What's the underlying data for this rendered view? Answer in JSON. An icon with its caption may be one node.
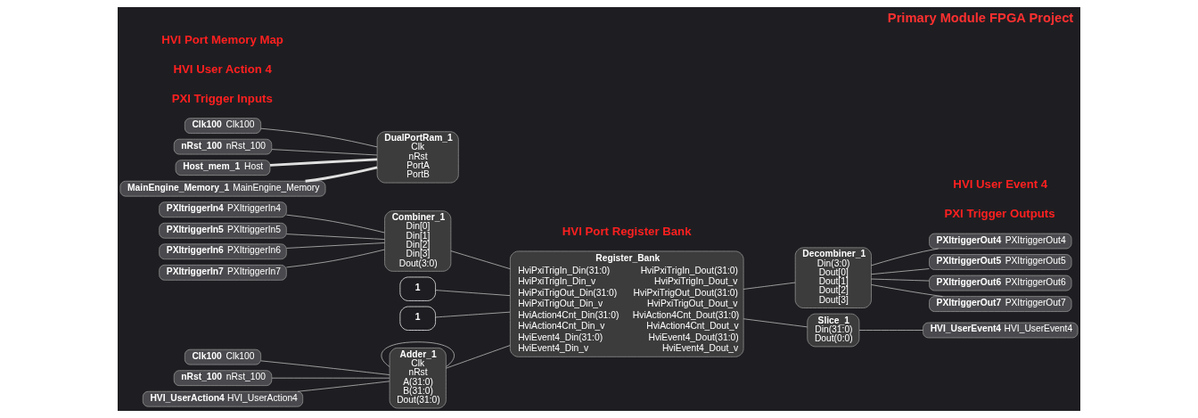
{
  "diagram": {
    "title": "Primary Module FPGA Project",
    "nodes": [
      {
        "text": [
          "PXItriggerIn4",
          "PXItriggerIn4"
        ]
      },
      {
        "text": [
          "PXItriggerIn5",
          "PXItriggerIn5"
        ]
      },
      {
        "text": [
          "PXItriggerIn6",
          "PXItriggerIn6"
        ]
      },
      {
        "text": [
          "PXItriggerIn7",
          "PXItriggerIn7"
        ]
      },
      {
        "text": [
          "Combiner_1",
          "Din[0]",
          "Din[1]",
          "Din[2]",
          "Din[3]",
          "Dout(3:0)"
        ]
      },
      {
        "text": [
          "Register_Bank",
          "HviPxiTrigIn_Din(31:0)",
          "HviPxiTrigIn_Din_v",
          "HviPxiTrigOut_Din(31:0)",
          "HviPxiTrigOut_Din_v",
          "HviAction4Cnt_Din(31:0)",
          "HviAction4Cnt_Din_v",
          "HviEvent4_Din(31:0)",
          "HviEvent4_Din_v",
          "HviPxiTrigIn_Dout(31:0)",
          "HviPxiTrigIn_Dout_v",
          "HviPxiTrigOut_Dout(31:0)",
          "HviPxiTrigOut_Dout_v",
          "HviAction4Cnt_Dout(31:0)",
          "HviAction4Cnt_Dout_v",
          "HviEvent4_Dout(31:0)",
          "HviEvent4_Dout_v"
        ]
      },
      {
        "text": [
          "1"
        ]
      },
      {
        "text": [
          "1"
        ]
      },
      {
        "text": [
          "Decombiner_1",
          "Din(3:0)",
          "Dout[0]",
          "Dout[1]",
          "Dout[2]",
          "Dout[3]"
        ]
      },
      {
        "text": [
          "PXItriggerOut4",
          "PXItriggerOut4"
        ]
      },
      {
        "text": [
          "PXItriggerOut5",
          "PXItriggerOut5"
        ]
      },
      {
        "text": [
          "PXItriggerOut6",
          "PXItriggerOut6"
        ]
      },
      {
        "text": [
          "PXItriggerOut7",
          "PXItriggerOut7"
        ]
      },
      {
        "text": [
          "Clk100",
          "Clk100"
        ]
      },
      {
        "text": [
          "nRst_100",
          "nRst_100"
        ]
      },
      {
        "text": [
          "HVI_UserAction4",
          "HVI_UserAction4"
        ]
      },
      {
        "text": [
          "Adder_1",
          "Clk",
          "nRst",
          "A(31:0)",
          "B(31:0)",
          "Dout(31:0)"
        ]
      },
      {
        "text": [
          "Slice_1",
          "Din(31:0)",
          "Dout(0:0)"
        ]
      },
      {
        "text": [
          "HVI_UserEvent4",
          "HVI_UserEvent4"
        ]
      },
      {
        "text": [
          "Clk100",
          "Clk100"
        ]
      },
      {
        "text": [
          "nRst_100",
          "nRst_100"
        ]
      },
      {
        "text": [
          "Host_mem_1",
          "Host"
        ]
      },
      {
        "text": [
          "MainEngine_Memory_1",
          "MainEngine_Memory"
        ]
      },
      {
        "text": [
          "DualPortRam_1",
          "Clk",
          "nRst",
          "PortA",
          "PortB"
        ]
      }
    ],
    "edges": [
      {
        "from": 0,
        "to": 4,
        "arrow": "none"
      },
      {
        "from": 1,
        "to": 4,
        "arrow": "none"
      },
      {
        "from": 2,
        "to": 4,
        "arrow": "none"
      },
      {
        "from": 3,
        "to": 4,
        "arrow": "none"
      },
      {
        "from": 4,
        "to": 5,
        "arrow": "none"
      },
      {
        "from": 6,
        "to": 5,
        "arrow": "none"
      },
      {
        "from": 7,
        "to": 5,
        "arrow": "none"
      },
      {
        "from": 5,
        "to": 8,
        "arrow": "none"
      },
      {
        "from": 8,
        "to": 9,
        "arrow": "none"
      },
      {
        "from": 8,
        "to": 10,
        "arrow": "none"
      },
      {
        "from": 8,
        "to": 11,
        "arrow": "none"
      },
      {
        "from": 8,
        "to": 12,
        "arrow": "none"
      },
      {
        "from": 13,
        "to": 16,
        "arrow": "none"
      },
      {
        "from": 14,
        "to": 16,
        "arrow": "none"
      },
      {
        "from": 15,
        "to": 16,
        "arrow": "none"
      },
      {
        "from": 16,
        "to": 5,
        "arrow": "none"
      },
      {
        "from": 16,
        "to": 16,
        "arrow": "none"
      },
      {
        "from": 5,
        "to": 17,
        "arrow": "none"
      },
      {
        "from": 17,
        "to": 18,
        "arrow": "none"
      },
      {
        "from": 19,
        "to": 23,
        "arrow": "none"
      },
      {
        "from": 20,
        "to": 23,
        "arrow": "none"
      },
      {
        "from": 21,
        "to": 23,
        "arrow": "none",
        "style": "thick"
      },
      {
        "from": 22,
        "to": 23,
        "arrow": "none",
        "style": "thick"
      }
    ],
    "labels": [
      "HVI Port Register Bank",
      "PXI Trigger Inputs",
      "HVI User Action 4",
      "PXI Trigger Outputs",
      "HVI User Event 4",
      "HVI Port Memory Map"
    ]
  }
}
